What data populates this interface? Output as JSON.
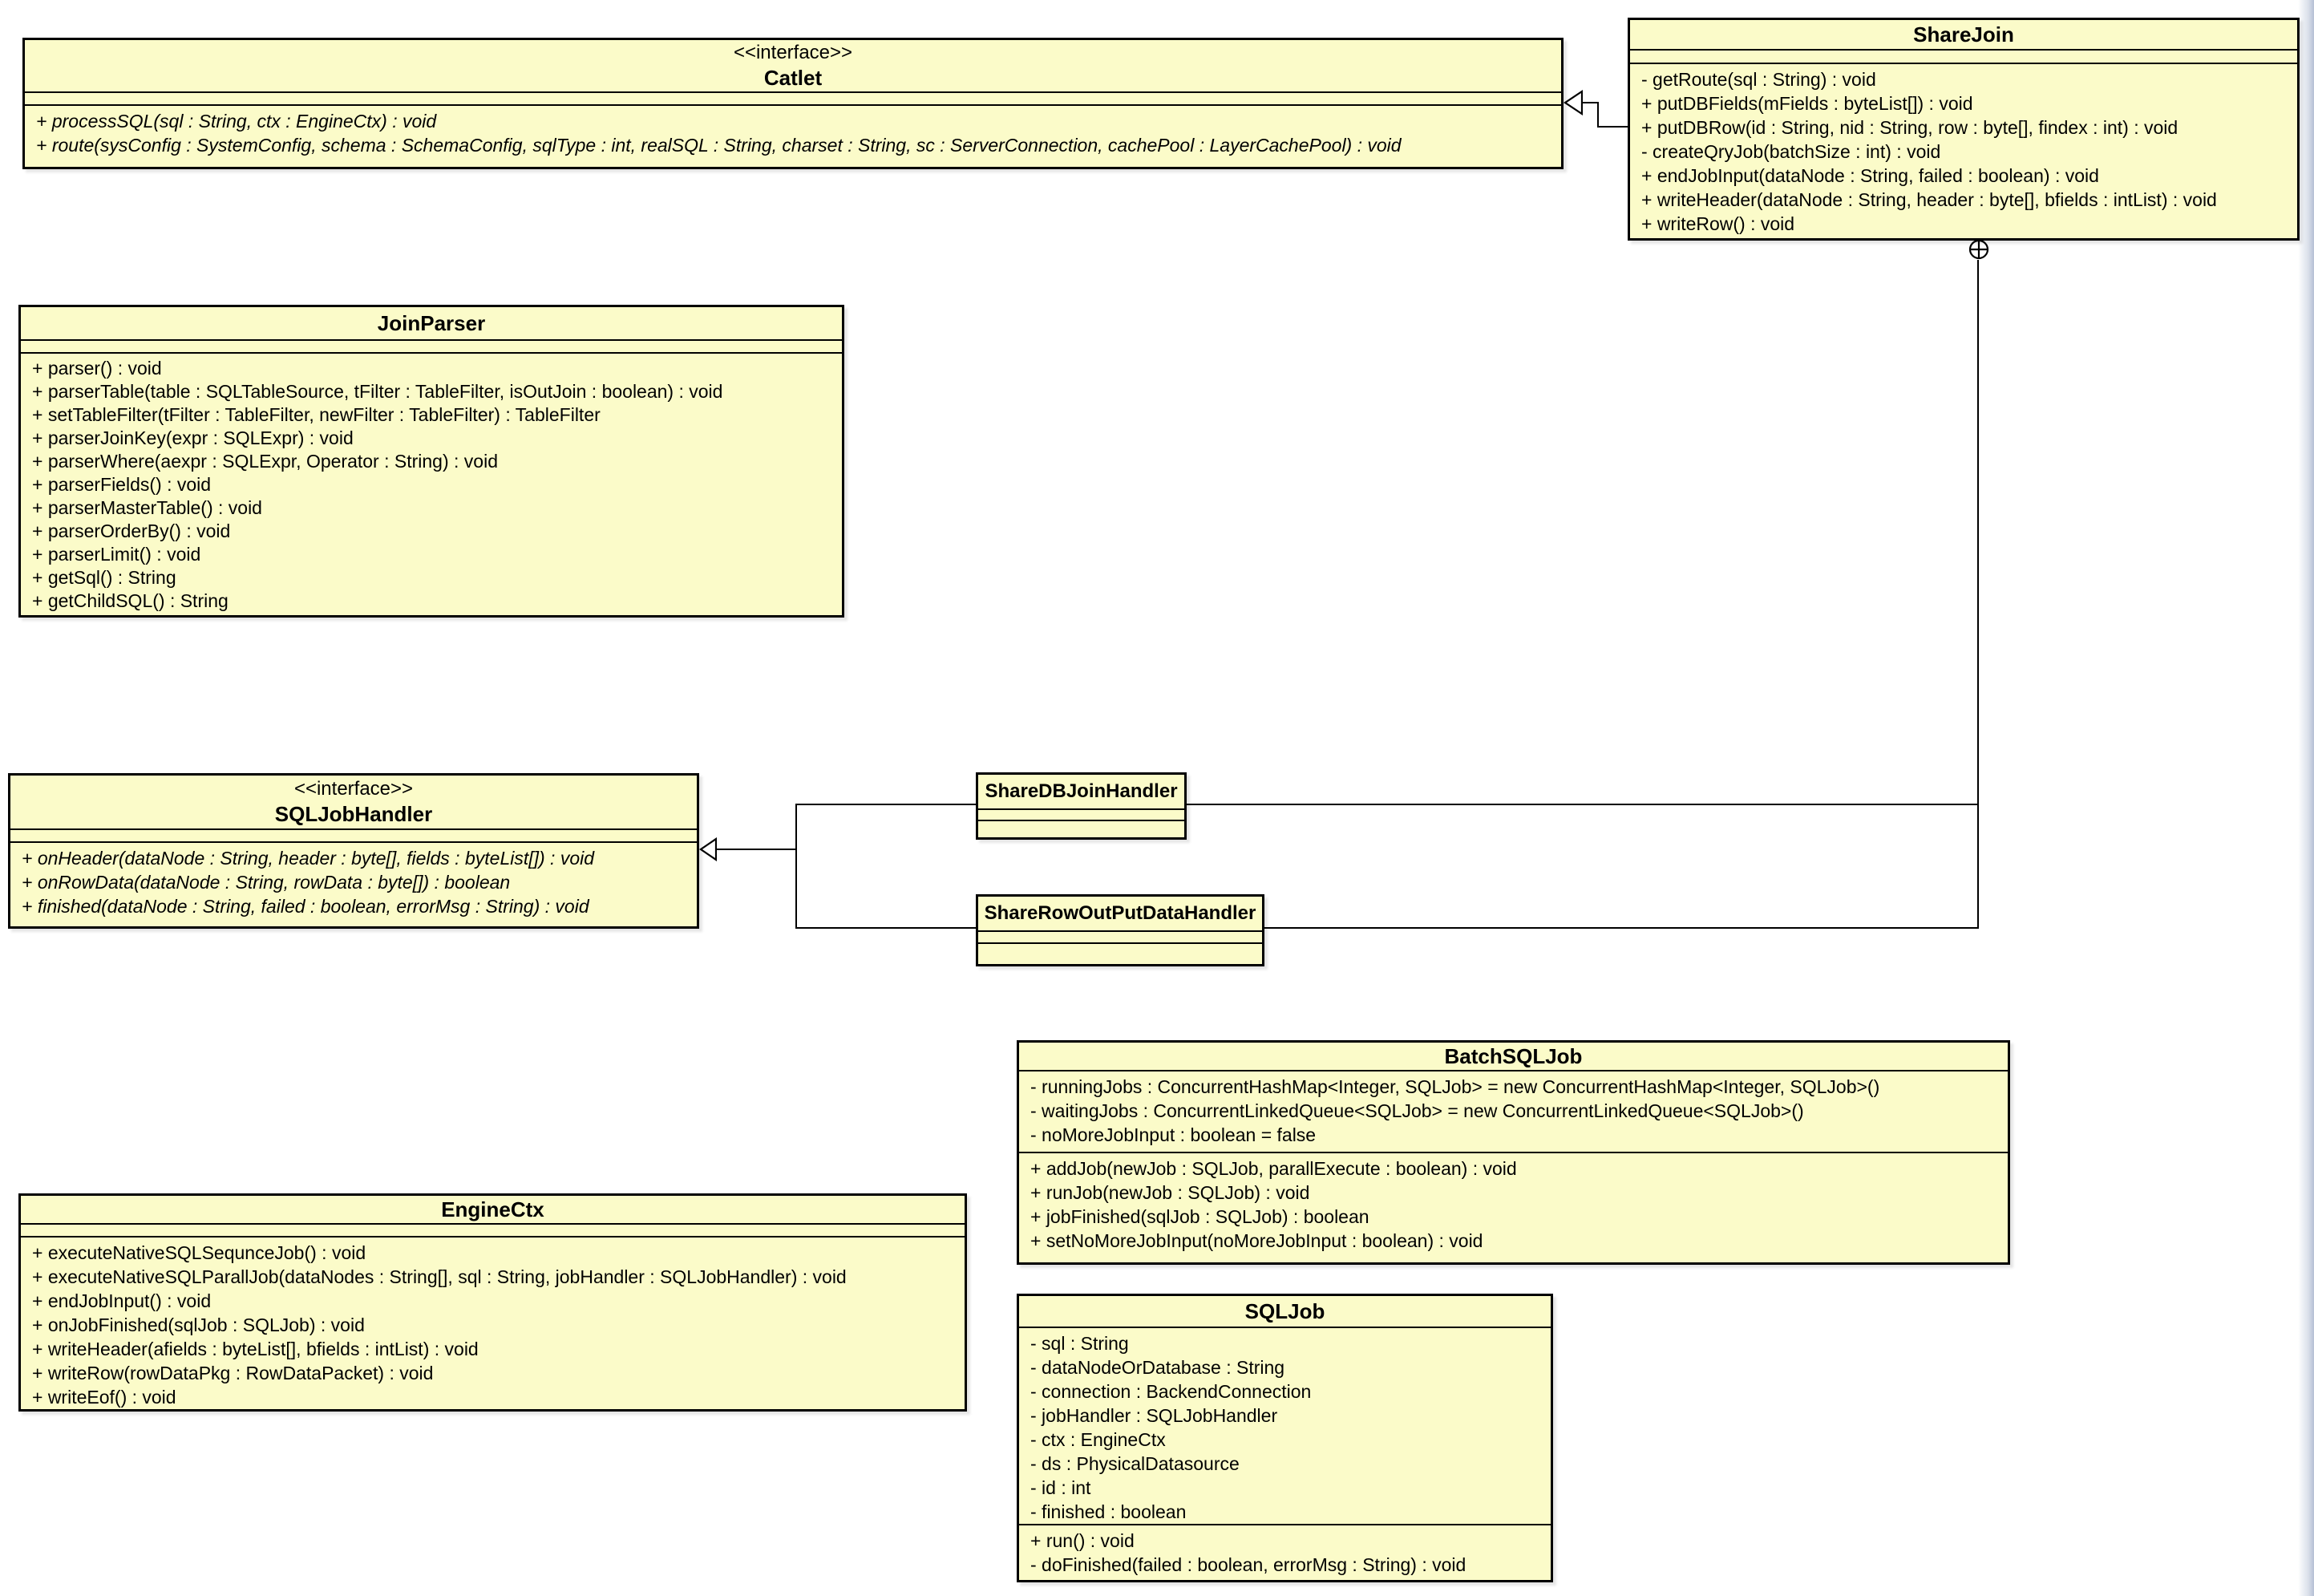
{
  "diagram_type": "uml-class-diagram",
  "colors": {
    "class_fill": "#fbfbc9",
    "border": "#000000",
    "background": "#ffffff",
    "text": "#000000"
  },
  "icons": {
    "realization_arrow": "hollow-left-triangle",
    "containment": "circle-plus"
  },
  "classes": {
    "catlet": {
      "stereotype": "<<interface>>",
      "name": "Catlet",
      "methods": [
        "+ processSQL(sql : String, ctx : EngineCtx) : void",
        "+ route(sysConfig : SystemConfig, schema : SchemaConfig, sqlType : int, realSQL : String, charset : String, sc : ServerConnection, cachePool : LayerCachePool) : void"
      ]
    },
    "sharejoin": {
      "name": "ShareJoin",
      "methods": [
        "- getRoute(sql : String) : void",
        "+ putDBFields(mFields : byteList[]) : void",
        "+ putDBRow(id : String, nid : String, row : byte[], findex : int) : void",
        "- createQryJob(batchSize : int) : void",
        "+ endJobInput(dataNode : String, failed : boolean) : void",
        "+ writeHeader(dataNode : String, header : byte[], bfields : intList) : void",
        "+ writeRow() : void"
      ]
    },
    "joinparser": {
      "name": "JoinParser",
      "methods": [
        "+ parser() : void",
        "+ parserTable(table : SQLTableSource, tFilter : TableFilter, isOutJoin : boolean) : void",
        "+ setTableFilter(tFilter : TableFilter, newFilter : TableFilter) : TableFilter",
        "+ parserJoinKey(expr : SQLExpr) : void",
        "+ parserWhere(aexpr : SQLExpr, Operator : String) : void",
        "+ parserFields() : void",
        "+ parserMasterTable() : void",
        "+ parserOrderBy() : void",
        "+ parserLimit() : void",
        "+ getSql() : String",
        "+ getChildSQL() : String"
      ]
    },
    "sqljobhandler": {
      "stereotype": "<<interface>>",
      "name": "SQLJobHandler",
      "methods": [
        "+ onHeader(dataNode : String, header : byte[], fields : byteList[]) : void",
        "+ onRowData(dataNode : String, rowData : byte[]) : boolean",
        "+ finished(dataNode : String, failed : boolean, errorMsg : String) : void"
      ]
    },
    "sharedbjoinhandler": {
      "name": "ShareDBJoinHandler"
    },
    "sharerowoutputdatahandler": {
      "name": "ShareRowOutPutDataHandler"
    },
    "batchsqljob": {
      "name": "BatchSQLJob",
      "fields": [
        "- runningJobs : ConcurrentHashMap<Integer, SQLJob> = new ConcurrentHashMap<Integer, SQLJob>()",
        "- waitingJobs : ConcurrentLinkedQueue<SQLJob> = new ConcurrentLinkedQueue<SQLJob>()",
        "- noMoreJobInput : boolean = false"
      ],
      "methods": [
        "+ addJob(newJob : SQLJob, parallExecute : boolean) : void",
        "+ runJob(newJob : SQLJob) : void",
        "+ jobFinished(sqlJob : SQLJob) : boolean",
        "+ setNoMoreJobInput(noMoreJobInput : boolean) : void"
      ]
    },
    "enginectx": {
      "name": "EngineCtx",
      "methods": [
        "+ executeNativeSQLSequnceJob() : void",
        "+ executeNativeSQLParallJob(dataNodes : String[], sql : String, jobHandler : SQLJobHandler) : void",
        "+ endJobInput() : void",
        "+ onJobFinished(sqlJob : SQLJob) : void",
        "+ writeHeader(afields : byteList[], bfields : intList) : void",
        "+ writeRow(rowDataPkg : RowDataPacket) : void",
        "+ writeEof() : void"
      ]
    },
    "sqljob": {
      "name": "SQLJob",
      "fields": [
        "- sql : String",
        "- dataNodeOrDatabase : String",
        "- connection : BackendConnection",
        "- jobHandler : SQLJobHandler",
        "- ctx : EngineCtx",
        "- ds : PhysicalDatasource",
        "- id : int",
        "- finished : boolean"
      ],
      "methods": [
        "+ run() : void",
        "- doFinished(failed : boolean, errorMsg : String) : void"
      ]
    }
  }
}
